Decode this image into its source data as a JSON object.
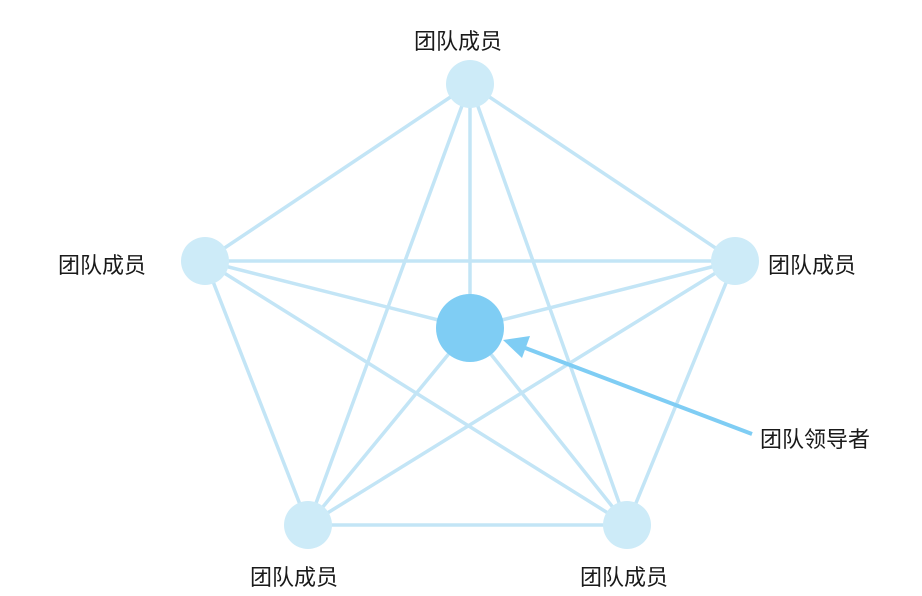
{
  "diagram": {
    "members": [
      {
        "label": "团队成员",
        "position": "top"
      },
      {
        "label": "团队成员",
        "position": "right"
      },
      {
        "label": "团队成员",
        "position": "bottom-right"
      },
      {
        "label": "团队成员",
        "position": "bottom-left"
      },
      {
        "label": "团队成员",
        "position": "left"
      }
    ],
    "leader": {
      "label": "团队领导者"
    },
    "colors": {
      "member": "#cdebf8",
      "leader": "#7fcdf4",
      "edge": "#c3e5f6",
      "arrow": "#7fcdf4"
    }
  }
}
